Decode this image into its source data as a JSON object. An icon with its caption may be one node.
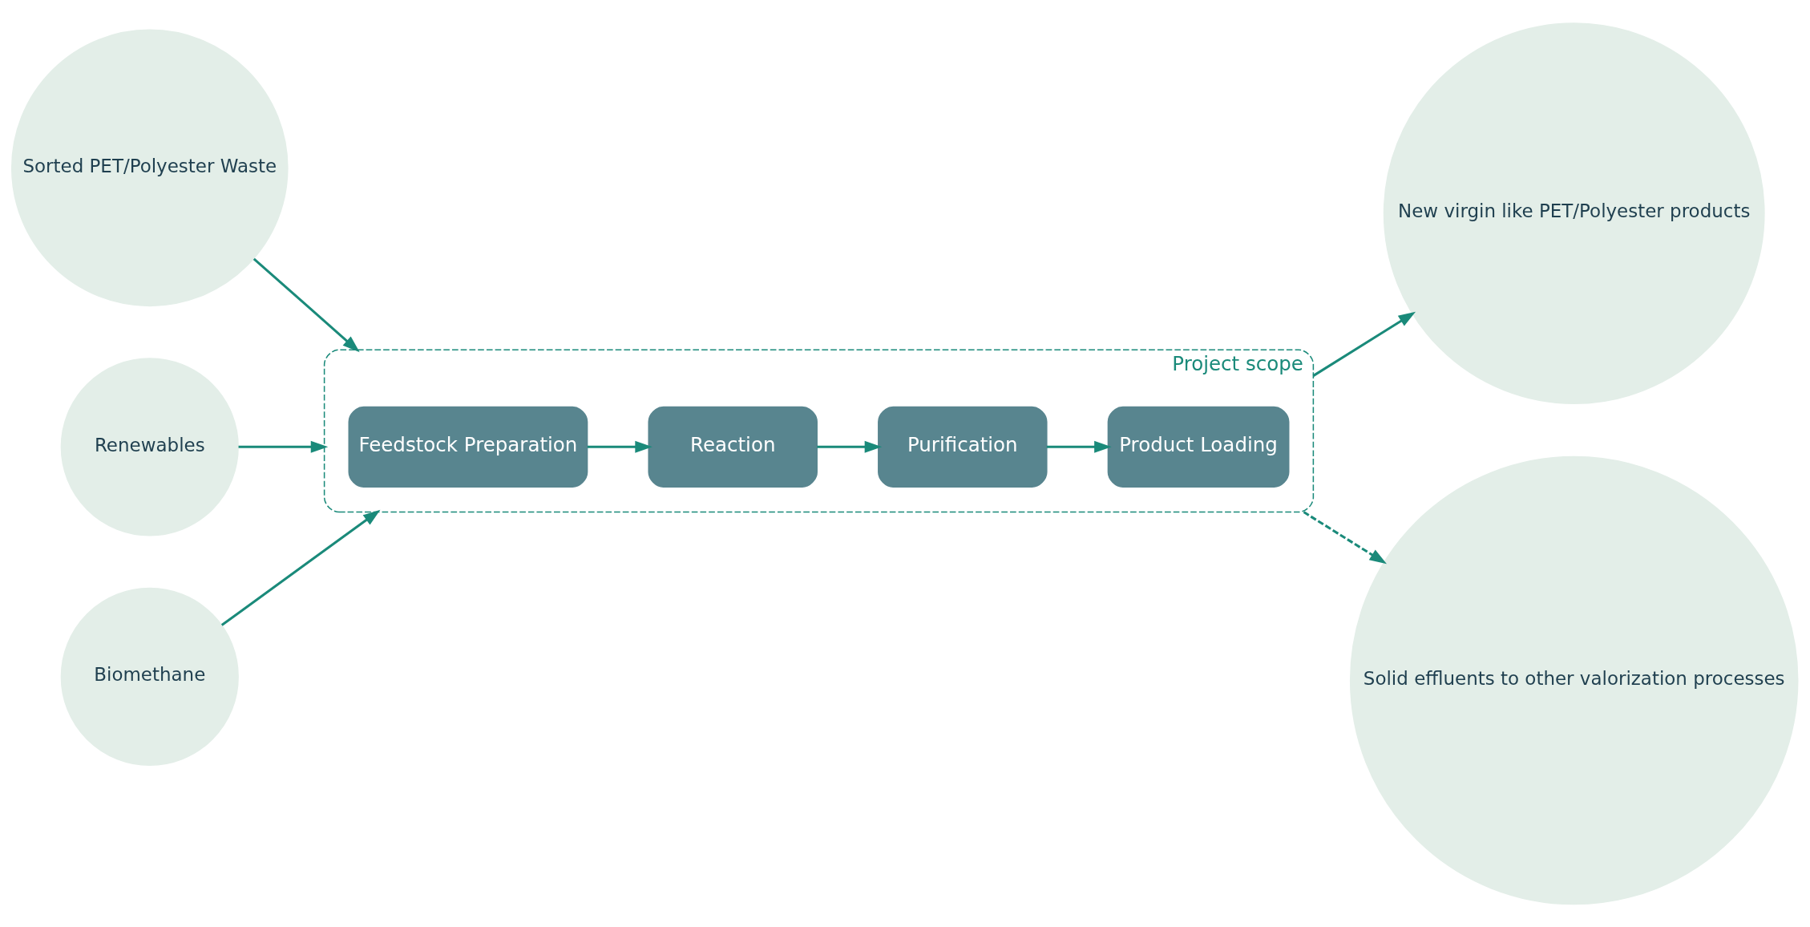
{
  "diagram": {
    "nodes": [
      {
        "text": [
          "Sorted PET/Polyester Waste"
        ]
      },
      {
        "text": [
          "Project scope"
        ]
      },
      {
        "text": [
          "Feedstock Preparation"
        ],
        "in": 1
      },
      {
        "text": [
          "Reaction"
        ],
        "in": 1
      },
      {
        "text": [
          "Purification"
        ],
        "in": 1
      },
      {
        "text": [
          "Product Loading"
        ],
        "in": 1
      },
      {
        "text": [
          "New virgin like PET/Polyester products"
        ]
      },
      {
        "text": [
          "Renewables"
        ]
      },
      {
        "text": [
          "Biomethane"
        ]
      },
      {
        "text": [
          "Solid effluents to other valorization processes"
        ]
      }
    ],
    "edges": [
      {
        "from": 0,
        "to": 1,
        "arrow": "to"
      },
      {
        "from": 2,
        "to": 3,
        "arrow": "to"
      },
      {
        "from": 3,
        "to": 4,
        "arrow": "to"
      },
      {
        "from": 4,
        "to": 5,
        "arrow": "to"
      },
      {
        "from": 1,
        "to": 6,
        "arrow": "to"
      },
      {
        "from": 7,
        "to": 1,
        "arrow": "to"
      },
      {
        "from": 8,
        "to": 1,
        "arrow": "to"
      },
      {
        "from": 1,
        "to": 9,
        "arrow": "to",
        "style": "dashed"
      }
    ]
  }
}
